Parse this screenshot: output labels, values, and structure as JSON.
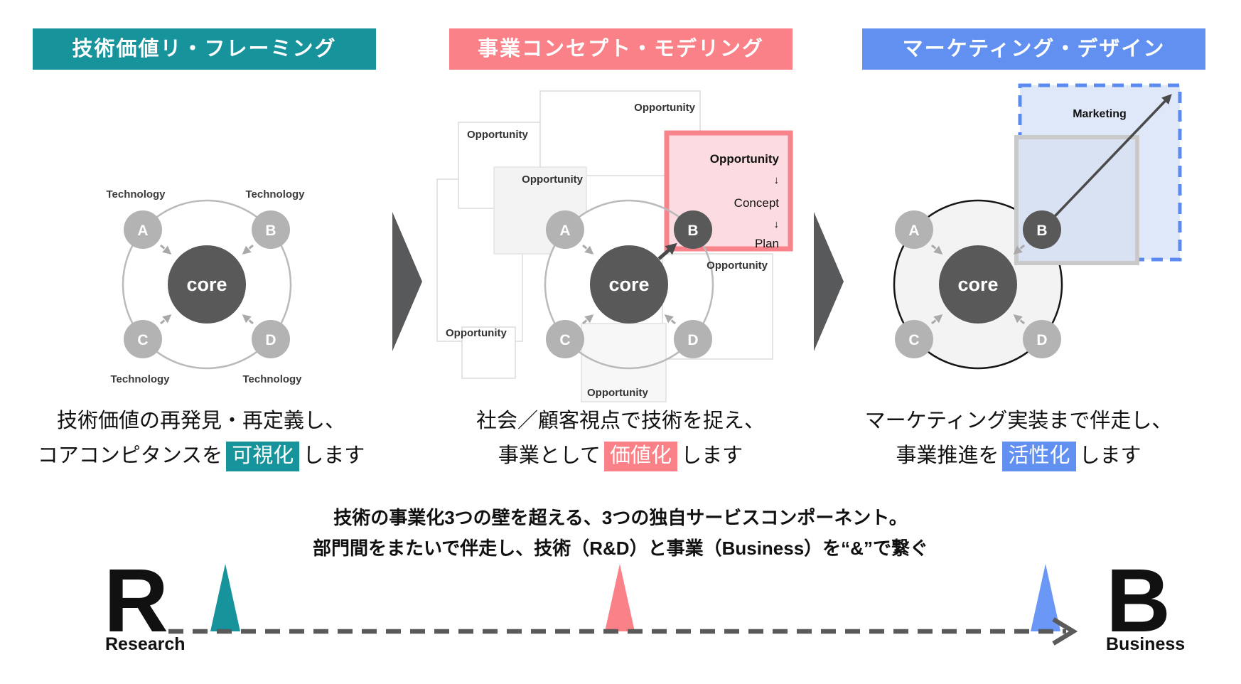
{
  "colors": {
    "teal": "#17939c",
    "pink": "#fa8188",
    "pink_box_fill": "#fcdce1",
    "pink_box_border": "#f8838b",
    "blue": "#6190f1",
    "blue_box_fill": "#dfe8f9",
    "blue_dashed_border": "#5b8bf0",
    "node_gray": "#b3b3b3",
    "core_gray": "#595959"
  },
  "panels": [
    {
      "header": "技術価値リ・フレーミング",
      "core": "core",
      "nodes": [
        "A",
        "B",
        "C",
        "D"
      ],
      "tech_labels": [
        "Technology",
        "Technology",
        "Technology",
        "Technology"
      ],
      "caption": {
        "line1": "技術価値の再発見・再定義し、",
        "line2_pre": "コアコンピタンスを",
        "line2_highlight": "可視化",
        "line2_post": "します"
      }
    },
    {
      "header": "事業コンセプト・モデリング",
      "core": "core",
      "nodes": [
        "A",
        "B",
        "C",
        "D"
      ],
      "opportunity_boxes": {
        "top": "Opportunity",
        "upper_left": "Opportunity",
        "gray_mid": "Opportunity",
        "tall_left": "Opportunity",
        "right": "Opportunity",
        "bottom": "Opportunity"
      },
      "pink_box": {
        "title": "Opportunity",
        "arrow1": "↓",
        "step1": "Concept",
        "arrow2": "↓",
        "step2": "Plan"
      },
      "caption": {
        "line1": "社会／顧客視点で技術を捉え、",
        "line2_pre": "事業として",
        "line2_highlight": "価値化",
        "line2_post": "します"
      }
    },
    {
      "header": "マーケティング・デザイン",
      "core": "core",
      "nodes": [
        "A",
        "B",
        "C",
        "D"
      ],
      "marketing_box": {
        "label": "Marketing"
      },
      "caption": {
        "line1": "マーケティング実装まで伴走し、",
        "line2_pre": "事業推進を",
        "line2_highlight": "活性化",
        "line2_post": "します"
      }
    }
  ],
  "bottom": {
    "line1": "技術の事業化3つの壁を超える、3つの独自サービスコンポーネント。",
    "line2": "部門間をまたいで伴走し、技術（R&D）と事業（Business）を“&”で繋ぐ",
    "axis": {
      "left_letter": "R",
      "left_label": "Research",
      "right_letter": "B",
      "right_label": "Business"
    }
  }
}
